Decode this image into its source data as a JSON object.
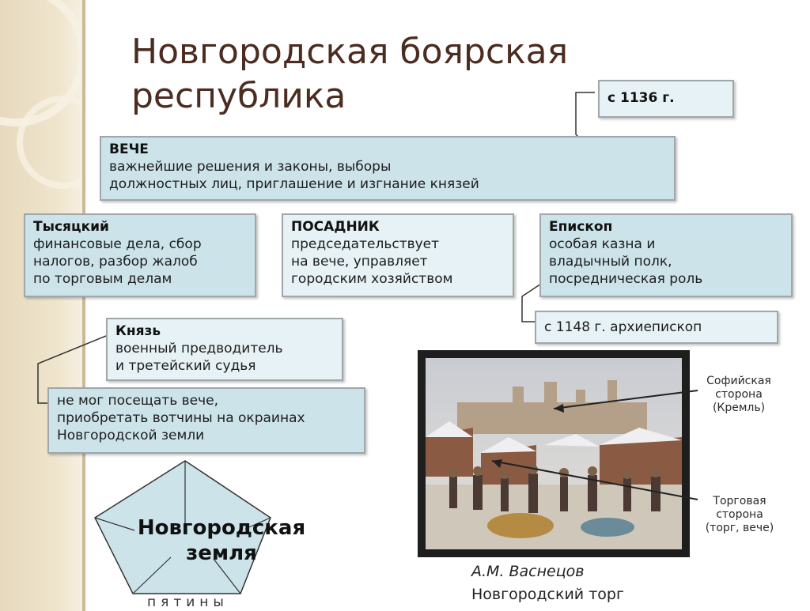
{
  "title": "Новгородская боярская\nреспублика",
  "veche": {
    "heading": "ВЕЧЕ",
    "text": "важнейшие решения и законы, выборы\nдолжностных лиц, приглашение и изгнание князей",
    "year_note": "с 1136 г."
  },
  "tysyatsky": {
    "heading": "Тысяцкий",
    "text": "финансовые дела, сбор\nналогов, разбор жалоб\nпо торговым делам"
  },
  "posadnik": {
    "heading": "ПОСАДНИК",
    "text": "председательствует\nна вече, управляет\nгородским хозяйством"
  },
  "episkop": {
    "heading": "Епископ",
    "text": "особая казна и\nвладычный полк,\nпосредническая роль",
    "note": "с 1148 г. архиепископ"
  },
  "knyaz": {
    "heading": "Князь",
    "text": "военный предводитель\nи третейский судья",
    "restriction": "не мог посещать вече,\nприобретать вотчины на окраинах\nНовгородской земли"
  },
  "pentagon": {
    "label": "Новгородская\nземля",
    "caption": "пятины"
  },
  "painting": {
    "label_top": "Софийская\nсторона\n(Кремль)",
    "label_bottom": "Торговая\nсторона\n(торг, вече)",
    "author": "А.М. Васнецов",
    "title": "Новгородский торг"
  },
  "colors": {
    "box_fill": "#cce3e9",
    "box_light": "#e6f2f5",
    "title_color": "#4b2c21"
  }
}
